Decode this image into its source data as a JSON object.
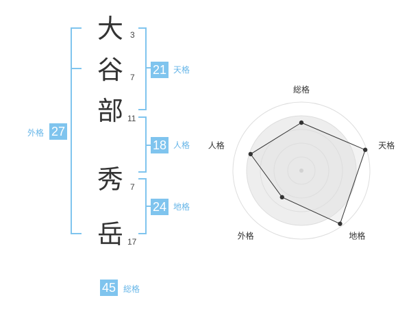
{
  "name": {
    "chars": [
      {
        "char": "大",
        "strokes": "3"
      },
      {
        "char": "谷",
        "strokes": "7"
      },
      {
        "char": "部",
        "strokes": "11"
      },
      {
        "char": "秀",
        "strokes": "7"
      },
      {
        "char": "岳",
        "strokes": "17"
      }
    ]
  },
  "fortune": {
    "tenkaku": {
      "value": "21",
      "label": "天格"
    },
    "jinkaku": {
      "value": "18",
      "label": "人格"
    },
    "chikaku": {
      "value": "24",
      "label": "地格"
    },
    "gaikaku": {
      "value": "27",
      "label": "外格"
    },
    "soukaku": {
      "value": "45",
      "label": "総格"
    }
  },
  "colors": {
    "accent": "#7fc4ee",
    "text": "#333333",
    "radar_fill": "#eeeeee",
    "radar_line": "#333333"
  },
  "chart_data": {
    "type": "radar",
    "axes": [
      "総格",
      "天格",
      "地格",
      "外格",
      "人格"
    ],
    "values": [
      0.7,
      0.98,
      0.96,
      0.48,
      0.78
    ],
    "rings": 5,
    "max": 1.0
  }
}
